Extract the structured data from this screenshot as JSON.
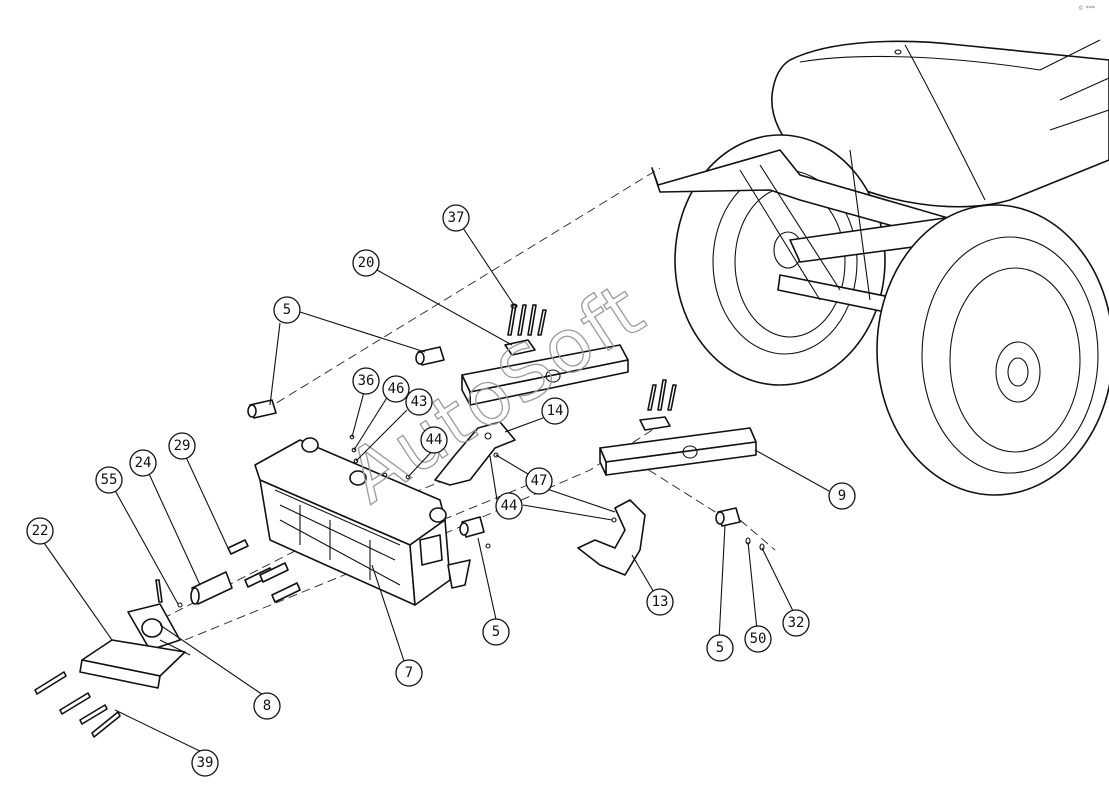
{
  "watermark": "AutoSoft",
  "corner_mark": "© ***",
  "callouts": [
    {
      "id": "c37",
      "label": "37"
    },
    {
      "id": "c20",
      "label": "20"
    },
    {
      "id": "c5a",
      "label": "5"
    },
    {
      "id": "c36",
      "label": "36"
    },
    {
      "id": "c46",
      "label": "46"
    },
    {
      "id": "c43",
      "label": "43"
    },
    {
      "id": "c44a",
      "label": "44"
    },
    {
      "id": "c14",
      "label": "14"
    },
    {
      "id": "c29",
      "label": "29"
    },
    {
      "id": "c24",
      "label": "24"
    },
    {
      "id": "c55",
      "label": "55"
    },
    {
      "id": "c22",
      "label": "22"
    },
    {
      "id": "c47",
      "label": "47"
    },
    {
      "id": "c44b",
      "label": "44"
    },
    {
      "id": "c9",
      "label": "9"
    },
    {
      "id": "c5b",
      "label": "5"
    },
    {
      "id": "c13",
      "label": "13"
    },
    {
      "id": "c7",
      "label": "7"
    },
    {
      "id": "c8",
      "label": "8"
    },
    {
      "id": "c39",
      "label": "39"
    },
    {
      "id": "c5c",
      "label": "5"
    },
    {
      "id": "c50",
      "label": "50"
    },
    {
      "id": "c32",
      "label": "32"
    }
  ]
}
